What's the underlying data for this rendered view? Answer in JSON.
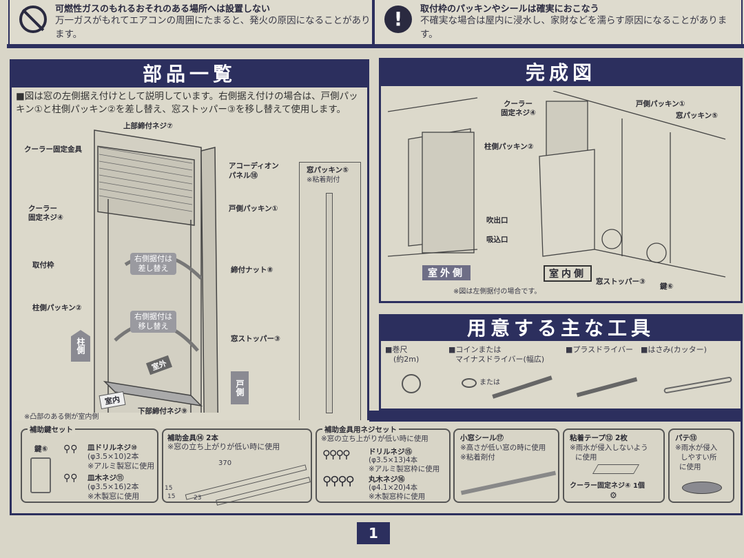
{
  "warnings": [
    {
      "icon": "prohibited-icon",
      "title": "可燃性ガスのもれるおそれのある場所へは設置しない",
      "body": "万一ガスがもれてエアコンの周囲にたまると、発火の原因になることがあります。"
    },
    {
      "icon": "exclamation-icon",
      "title": "取付枠のパッキンやシールは確実におこなう",
      "body": "不確実な場合は屋内に浸水し、家財などを濡らす原因になることがあります。"
    }
  ],
  "parts": {
    "title": "部品一覧",
    "note": "■図は窓の左側据え付けとして説明しています。右側据え付けの場合は、戸側パッキン①と柱側パッキン②を差し替え、窓ストッパー③を移し替えて使用します。",
    "labels": {
      "top_screw": "上部締付ネジ⑦",
      "bracket": "クーラー固定金具",
      "accordion": "アコーディオン",
      "accordion2": "パネル⑱",
      "cooler_screw": "クーラー",
      "cooler_screw2": "固定ネジ④",
      "door_packing": "戸側パッキン①",
      "frame": "取付枠",
      "nut": "締付ナット⑧",
      "pillar_packing": "柱側パッキン②",
      "stopper": "窓ストッパー③",
      "bottom_screw": "下部締付ネジ⑨",
      "swap1": "右側据付は",
      "swap1b": "差し替え",
      "swap2": "右側据付は",
      "swap2b": "移し替え",
      "pillar_side": "柱側",
      "door_side": "戸側",
      "outdoor": "室外",
      "indoor": "室内",
      "convex_note": "※凸部のある側が室内側"
    },
    "window_packing": {
      "title": "窓パッキン⑤",
      "note": "※粘着剤付"
    }
  },
  "completed": {
    "title": "完成図",
    "labels": {
      "cooler_screw": "クーラー",
      "cooler_screw2": "固定ネジ④",
      "door_packing": "戸側パッキン①",
      "window_packing": "窓パッキン⑤",
      "pillar_packing": "柱側パッキン②",
      "outlet": "吹出口",
      "inlet": "吸込口",
      "outdoor_side": "室外側",
      "indoor_side": "室内側",
      "stopper": "窓ストッパー③",
      "lock": "鍵⑥",
      "note": "※図は左側据付の場合です。"
    }
  },
  "tools": {
    "title": "用意する主な工具",
    "items": [
      {
        "label": "■巻尺",
        "sub": "(約2m)"
      },
      {
        "label": "■コインまたは",
        "sub": "マイナスドライバー(幅広)",
        "or": "または"
      },
      {
        "label": "■プラスドライバー"
      },
      {
        "label": "■はさみ(カッター)"
      }
    ]
  },
  "accessories": [
    {
      "title": "補助鍵セット",
      "key": "鍵⑥",
      "lines": [
        "皿ドリルネジ⑩",
        "(φ3.5×10)2本",
        "※アルミ製窓に使用",
        "皿木ネジ⑪",
        "(φ3.5×16)2本",
        "※木製窓に使用"
      ]
    },
    {
      "title": "補助金具⑭ 2本",
      "lines": [
        "※窓の立ち上がりが低い時に使用"
      ],
      "dims": [
        "370",
        "15",
        "15",
        "23"
      ]
    },
    {
      "title": "補助金具用ネジセット",
      "lines": [
        "※窓の立ち上がりが低い時に使用",
        "ドリルネジ⑮",
        "(φ3.5×13)4本",
        "※アルミ製窓枠に使用",
        "丸木ネジ⑯",
        "(φ4.1×20)4本",
        "※木製窓枠に使用"
      ]
    },
    {
      "title": "小窓シール⑰",
      "lines": [
        "※高さが低い窓の時に使用",
        "※粘着剤付"
      ]
    },
    {
      "title": "粘着テープ⑫ 2枚",
      "lines": [
        "※雨水が侵入しないよう",
        "に使用",
        "クーラー固定ネジ④ 1個"
      ]
    },
    {
      "title": "パテ⑬",
      "lines": [
        "※雨水が侵入",
        "しやすい所",
        "に使用"
      ]
    }
  ],
  "page_number": "1",
  "colors": {
    "navy": "#2c2f5e",
    "paper": "#d9d6c8"
  }
}
